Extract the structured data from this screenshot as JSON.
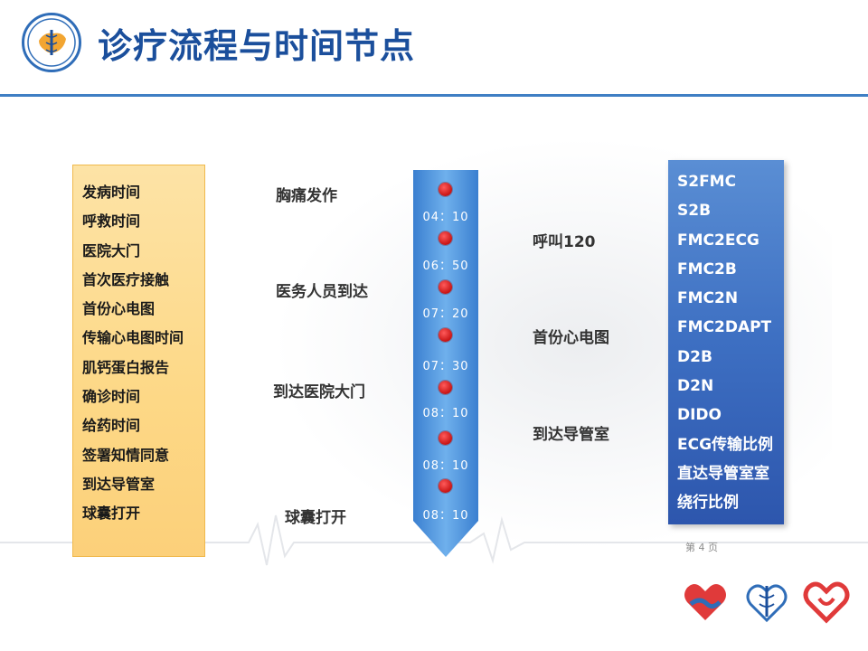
{
  "title": "诊疗流程与时间节点",
  "left_list": [
    "发病时间",
    "呼救时间",
    "医院大门",
    "首次医疗接触",
    "首份心电图",
    "传输心电图时间",
    "肌钙蛋白报告",
    "确诊时间",
    "给药时间",
    "签署知情同意",
    "到达导管室",
    "球囊打开"
  ],
  "times": [
    "04：10",
    "06：50",
    "07：20",
    "07：30",
    "08：10",
    "08：10",
    "08：10"
  ],
  "events_left": [
    "胸痛发作",
    "医务人员到达",
    "到达医院大门",
    "球囊打开"
  ],
  "events_right": [
    "呼叫120",
    "首份心电图",
    "到达导管室"
  ],
  "right_list": [
    "S2FMC",
    "S2B",
    "FMC2ECG",
    "FMC2B",
    "FMC2N",
    "FMC2DAPT",
    "D2B",
    "D2N",
    "DIDO",
    "ECG传输比例",
    "直达导管室室",
    "绕行比例"
  ],
  "page_label": "第 4 页",
  "colors": {
    "title": "#1b4f9c",
    "rule": "#3f7fc4",
    "timeline": "#4a8fd6",
    "dot": "#c81414",
    "left_box": "#fdd886",
    "right_box": "#3d6fc2"
  }
}
